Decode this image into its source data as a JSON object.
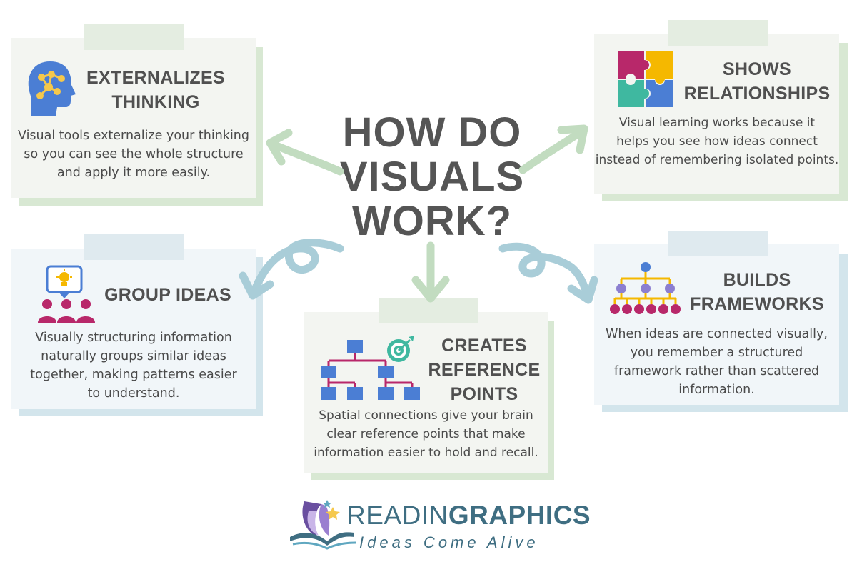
{
  "title": {
    "line1": "HOW DO",
    "line2": "VISUALS",
    "line3": "WORK?"
  },
  "cards": {
    "externalizes": {
      "title_line1": "EXTERNALIZES",
      "title_line2": "THINKING",
      "body_line1": "Visual tools externalize your thinking",
      "body_line2": "so you can see the whole structure",
      "body_line3": "and apply it more easily.",
      "icon": "head-network-icon"
    },
    "relationships": {
      "title_line1": "SHOWS",
      "title_line2": "RELATIONSHIPS",
      "body_line1": "Visual learning works because it",
      "body_line2": "helps you see how ideas connect",
      "body_line3": "instead of remembering isolated points.",
      "icon": "puzzle-icon"
    },
    "group": {
      "title_line1": "GROUP IDEAS",
      "body_line1": "Visually structuring information",
      "body_line2": "naturally groups similar ideas",
      "body_line3": "together, making patterns easier",
      "body_line4": "to understand.",
      "icon": "group-idea-icon"
    },
    "reference": {
      "title_line1": "CREATES",
      "title_line2": "REFERENCE",
      "title_line3": "POINTS",
      "body_line1": "Spatial connections give your brain",
      "body_line2": "clear reference points that make",
      "body_line3": "information easier to hold and recall.",
      "icon": "flowchart-target-icon"
    },
    "frameworks": {
      "title_line1": "BUILDS",
      "title_line2": "FRAMEWORKS",
      "body_line1": "When ideas are connected visually,",
      "body_line2": "you remember a structured",
      "body_line3": "framework rather than scattered",
      "body_line4": "information.",
      "icon": "hierarchy-icon"
    }
  },
  "brand": {
    "name_part1": "READIN",
    "name_part2": "GRAPHICS",
    "tagline": "Ideas Come Alive",
    "logo": "book-butterfly-logo"
  },
  "colors": {
    "green_card": "#f3f5f1",
    "green_shadow": "#d8e8d3",
    "blue_card": "#f1f6f9",
    "blue_shadow": "#d3e5ec",
    "arrow_green": "#c2dcc0",
    "arrow_blue": "#a9cdd8",
    "magenta": "#b8286a",
    "blue_icon": "#4b7ed4",
    "brand_blue": "#3f6e82"
  }
}
